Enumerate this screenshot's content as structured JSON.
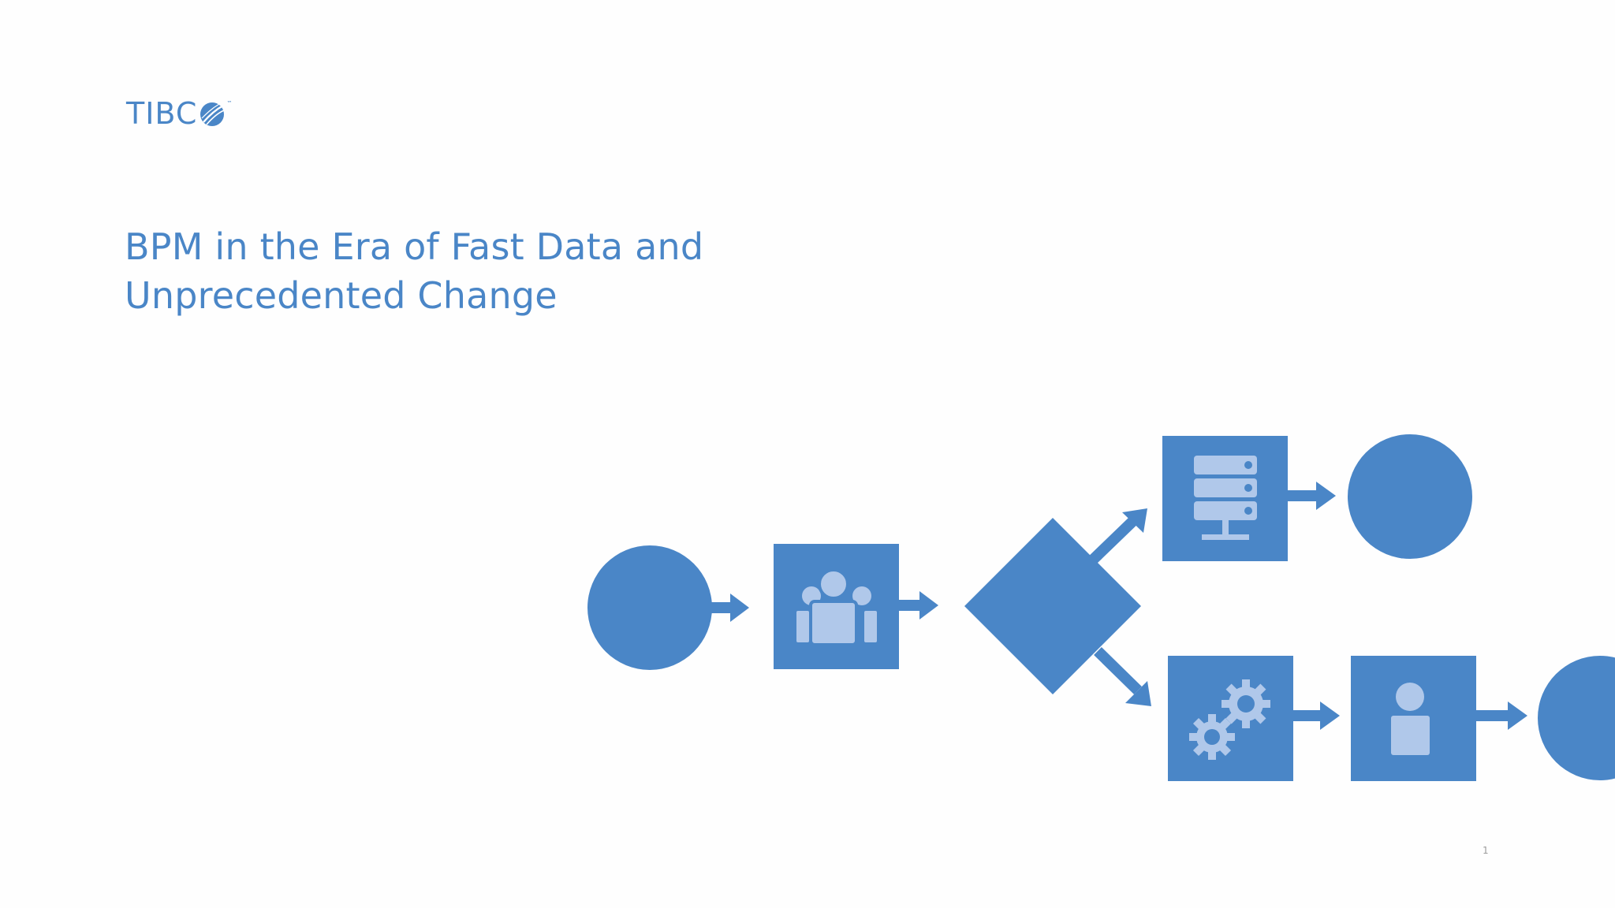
{
  "slide": {
    "logo_text": "TIBC",
    "logo_trademark": "™",
    "title_line_1": "BPM in the Era of Fast Data and",
    "title_line_2": "Unprecedented Change",
    "page_number": "1"
  },
  "colors": {
    "brand_blue": "#4a86c7",
    "icon_light": "#b0c8ea",
    "background": "#fefefe",
    "page_number_gray": "#9a9a9a"
  },
  "diagram": {
    "type": "process-flow",
    "nodes": [
      {
        "id": "start",
        "shape": "circle",
        "icon": "none"
      },
      {
        "id": "team-task",
        "shape": "square",
        "icon": "group-icon"
      },
      {
        "id": "gateway",
        "shape": "diamond",
        "icon": "none"
      },
      {
        "id": "server-task",
        "shape": "square",
        "icon": "server-icon"
      },
      {
        "id": "end-top",
        "shape": "circle",
        "icon": "none"
      },
      {
        "id": "automated-task",
        "shape": "square",
        "icon": "gears-icon"
      },
      {
        "id": "user-task",
        "shape": "square",
        "icon": "user-icon"
      },
      {
        "id": "end-bottom",
        "shape": "circle",
        "icon": "none"
      }
    ],
    "edges": [
      {
        "from": "start",
        "to": "team-task"
      },
      {
        "from": "team-task",
        "to": "gateway"
      },
      {
        "from": "gateway",
        "to": "server-task"
      },
      {
        "from": "server-task",
        "to": "end-top"
      },
      {
        "from": "gateway",
        "to": "automated-task"
      },
      {
        "from": "automated-task",
        "to": "user-task"
      },
      {
        "from": "user-task",
        "to": "end-bottom"
      }
    ]
  }
}
